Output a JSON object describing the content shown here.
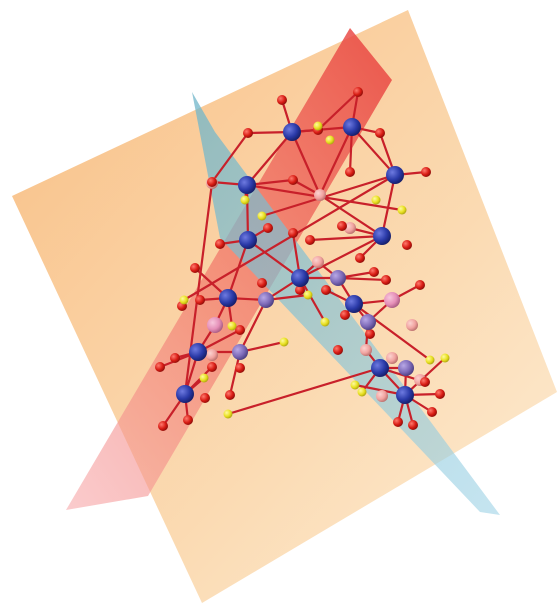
{
  "figure": {
    "description_visible_text": "",
    "background": "#ffffff"
  },
  "planes": [
    {
      "name": "orange-plane",
      "color": "#f7b56a",
      "opacity": 0.55
    },
    {
      "name": "red-plane",
      "color": "#ee5a5a",
      "opacity": 0.6
    },
    {
      "name": "blue-plane",
      "color": "#6fb6c8",
      "opacity": 0.6
    }
  ],
  "atom_colors": {
    "metal_blue": "#2a3aa8",
    "metal_purple": "#7d6ab8",
    "metal_pink": "#e58fb8",
    "oxygen_red": "#d81c14",
    "sulfur_yellow": "#e8e020",
    "light_salmon": "#f1a3a0",
    "bond_color": "#c8202a"
  }
}
